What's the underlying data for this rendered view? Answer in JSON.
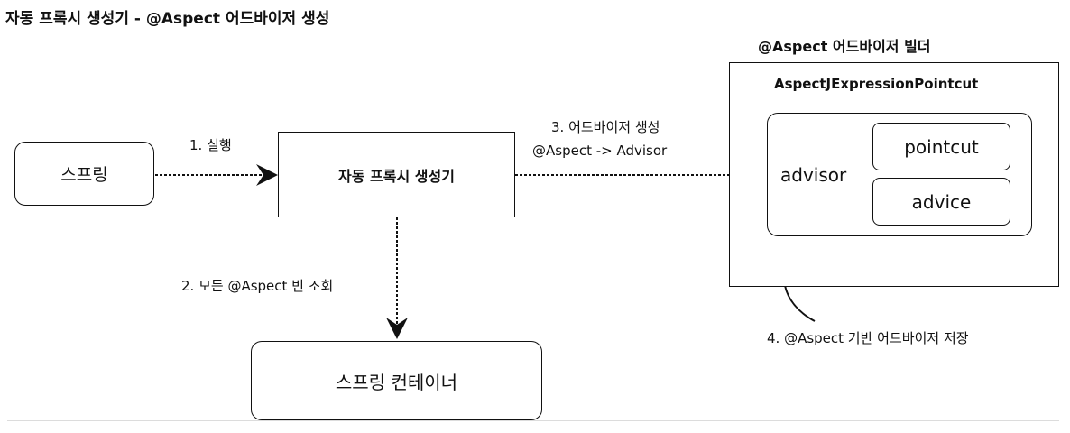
{
  "title": "자동 프록시 생성기 - @Aspect 어드바이저 생성",
  "nodes": {
    "spring": "스프링",
    "auto_proxy_creator": "자동 프록시 생성기",
    "spring_container": "스프링 컨테이너",
    "builder_title": "@Aspect 어드바이저 빌더",
    "pointcut_class": "AspectJExpressionPointcut",
    "advisor": "advisor",
    "pointcut": "pointcut",
    "advice": "advice"
  },
  "edges": {
    "step1": "1. 실행",
    "step2": "2. 모든 @Aspect 빈 조회",
    "step3_line1": "3. 어드바이저 생성",
    "step3_line2": "@Aspect -> Advisor",
    "step4": "4. @Aspect 기반 어드바이저 저장"
  },
  "colors": {
    "stroke": "#111111",
    "background": "#ffffff",
    "divider": "#dcdcdc"
  }
}
